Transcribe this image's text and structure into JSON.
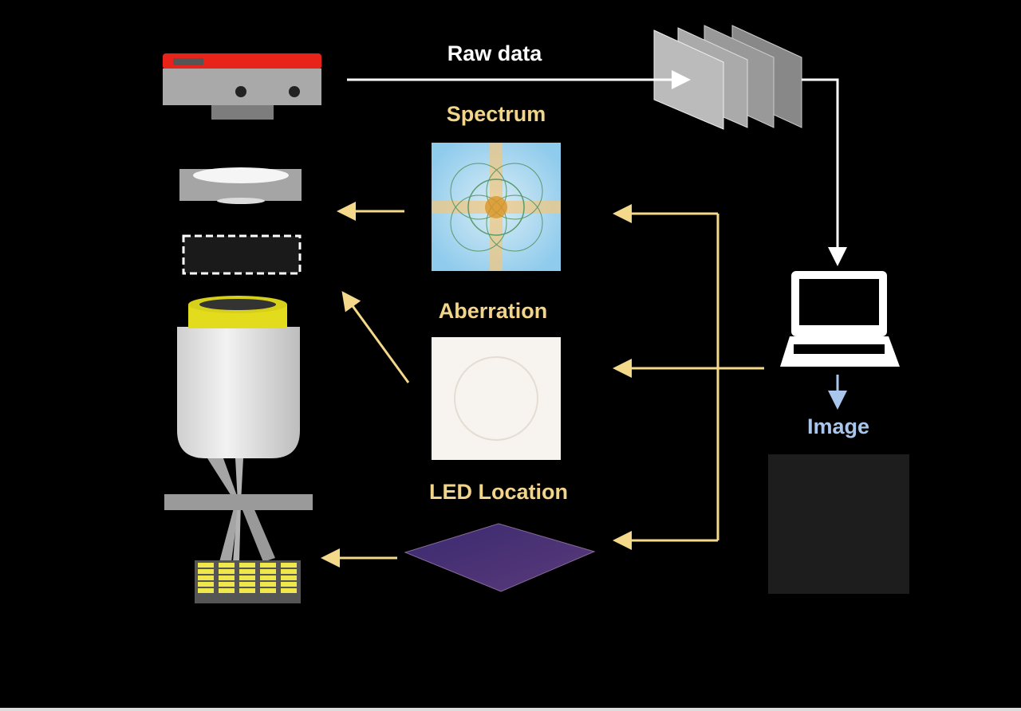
{
  "labels": {
    "raw_data": "Raw data",
    "spectrum": "Spectrum",
    "aberration": "Aberration",
    "led_location": "LED Location",
    "image": "Image"
  },
  "colors": {
    "background": "#000000",
    "yellow_label": "#f2d58a",
    "yellow_arrow": "#f5d98a",
    "blue_label": "#a9c6ec",
    "white_arrow": "#ffffff",
    "camera_red": "#e8241a"
  }
}
